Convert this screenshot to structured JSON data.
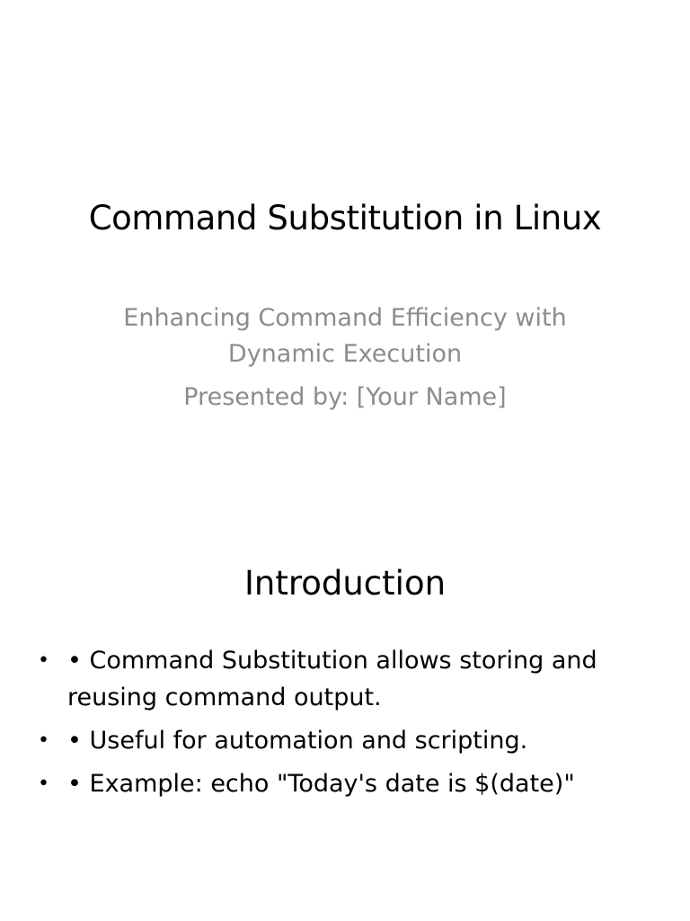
{
  "slides": [
    {
      "title": "Command Substitution in Linux",
      "subtitle_lines": [
        "Enhancing Command Efficiency with Dynamic Execution",
        "Presented by: [Your Name]"
      ]
    },
    {
      "title": "Introduction",
      "bullet_marker": "•",
      "bullets": [
        "• Command Substitution allows storing and reusing command output.",
        "• Useful for automation and scripting.",
        "• Example: echo \"Today's date is $(date)\""
      ]
    }
  ],
  "colors": {
    "background": "#ffffff",
    "title": "#000000",
    "subtitle": "#8c8c8c",
    "body": "#000000"
  }
}
